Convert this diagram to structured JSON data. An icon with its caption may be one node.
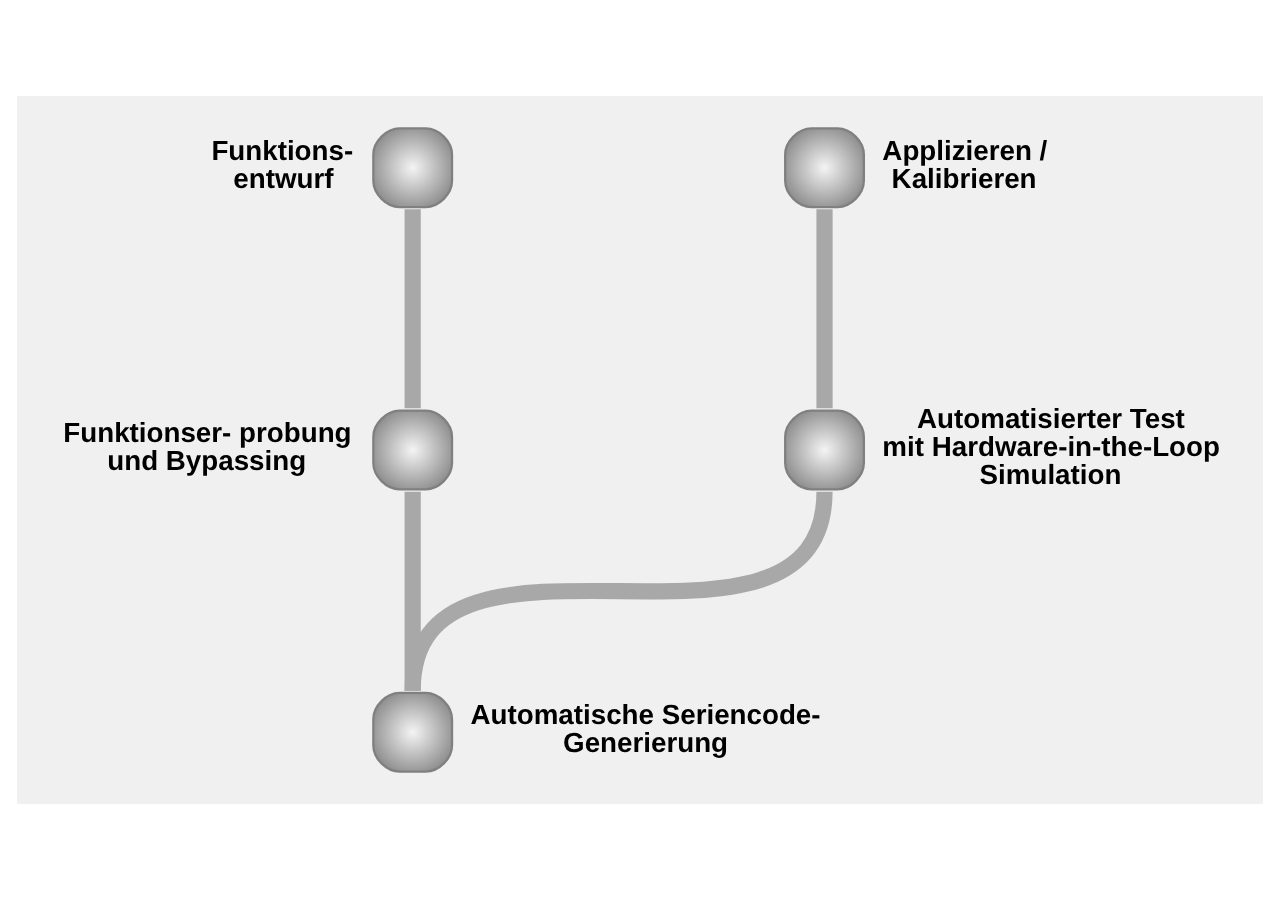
{
  "diagram": {
    "nodes": [
      {
        "text": [
          "Funktions- entwurf"
        ]
      },
      {
        "text": [
          "Funktionser- probung und Bypassing"
        ]
      },
      {
        "text": [
          "Automatische Seriencode- Generierung"
        ]
      },
      {
        "text": [
          "Automatisierter Test mit Hardware-in-the-Loop Simulation"
        ]
      },
      {
        "text": [
          "Applizieren / Kalibrieren"
        ]
      }
    ],
    "edges": [
      {
        "from": 0,
        "to": 1,
        "arrow": "none"
      },
      {
        "from": 1,
        "to": 2,
        "arrow": "none"
      },
      {
        "from": 2,
        "to": 3,
        "arrow": "none"
      },
      {
        "from": 3,
        "to": 4,
        "arrow": "none"
      }
    ]
  }
}
